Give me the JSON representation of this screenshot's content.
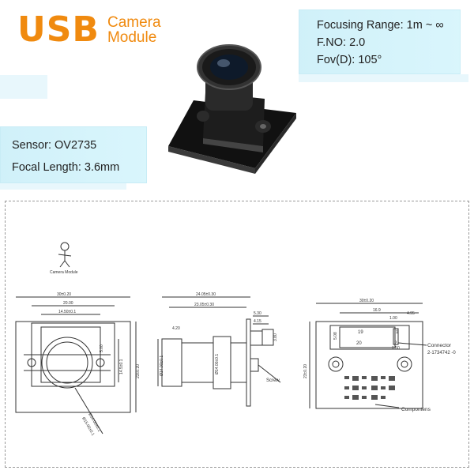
{
  "brand": {
    "usb": "USB",
    "line1": "Camera",
    "line2": "Module"
  },
  "specs_top": {
    "focusing_range": "Focusing Range: 1m ~ ∞",
    "fno": "F.NO: 2.0",
    "fov": "Fov(D): 105°"
  },
  "specs_left": {
    "sensor": "Sensor: OV2735",
    "focal_length": "Focal Length: 3.6mm"
  },
  "drawing": {
    "logo_caption": "Camera Module",
    "front": {
      "width_total": "30±0.20",
      "width_inner": "20.00",
      "width_hole": "14.50±0.1",
      "dim_right1": "5.00",
      "dim_right2": "14.5±0.1",
      "height": "23±0.20",
      "dia1": "Ø14.00±0.1",
      "dia2": "Ø15.00±0.1"
    },
    "side": {
      "len_total": "24.05±0.30",
      "len_inner": "23.05±0.30",
      "dim_a": "5.30",
      "dim_b": "4.15",
      "dim_c": "4.20",
      "dim_d": "3.80",
      "dia_a": "Ø14.00±0.1",
      "dia_b": "Ø14.00±0.1",
      "screw": "Screw"
    },
    "back": {
      "width_total": "30±0.20",
      "dim_a": "16.9",
      "dim_b": "1.00",
      "dim_c": "4.95",
      "dim_d": "5.08",
      "dim_e": "0.50",
      "height": "23±0.20",
      "pin19": "19",
      "pin1": "1",
      "pin20": "20",
      "pin2": "2",
      "connector_label": "Connector",
      "connector_part": "2-1734742 -0",
      "components": "Compontens"
    }
  }
}
